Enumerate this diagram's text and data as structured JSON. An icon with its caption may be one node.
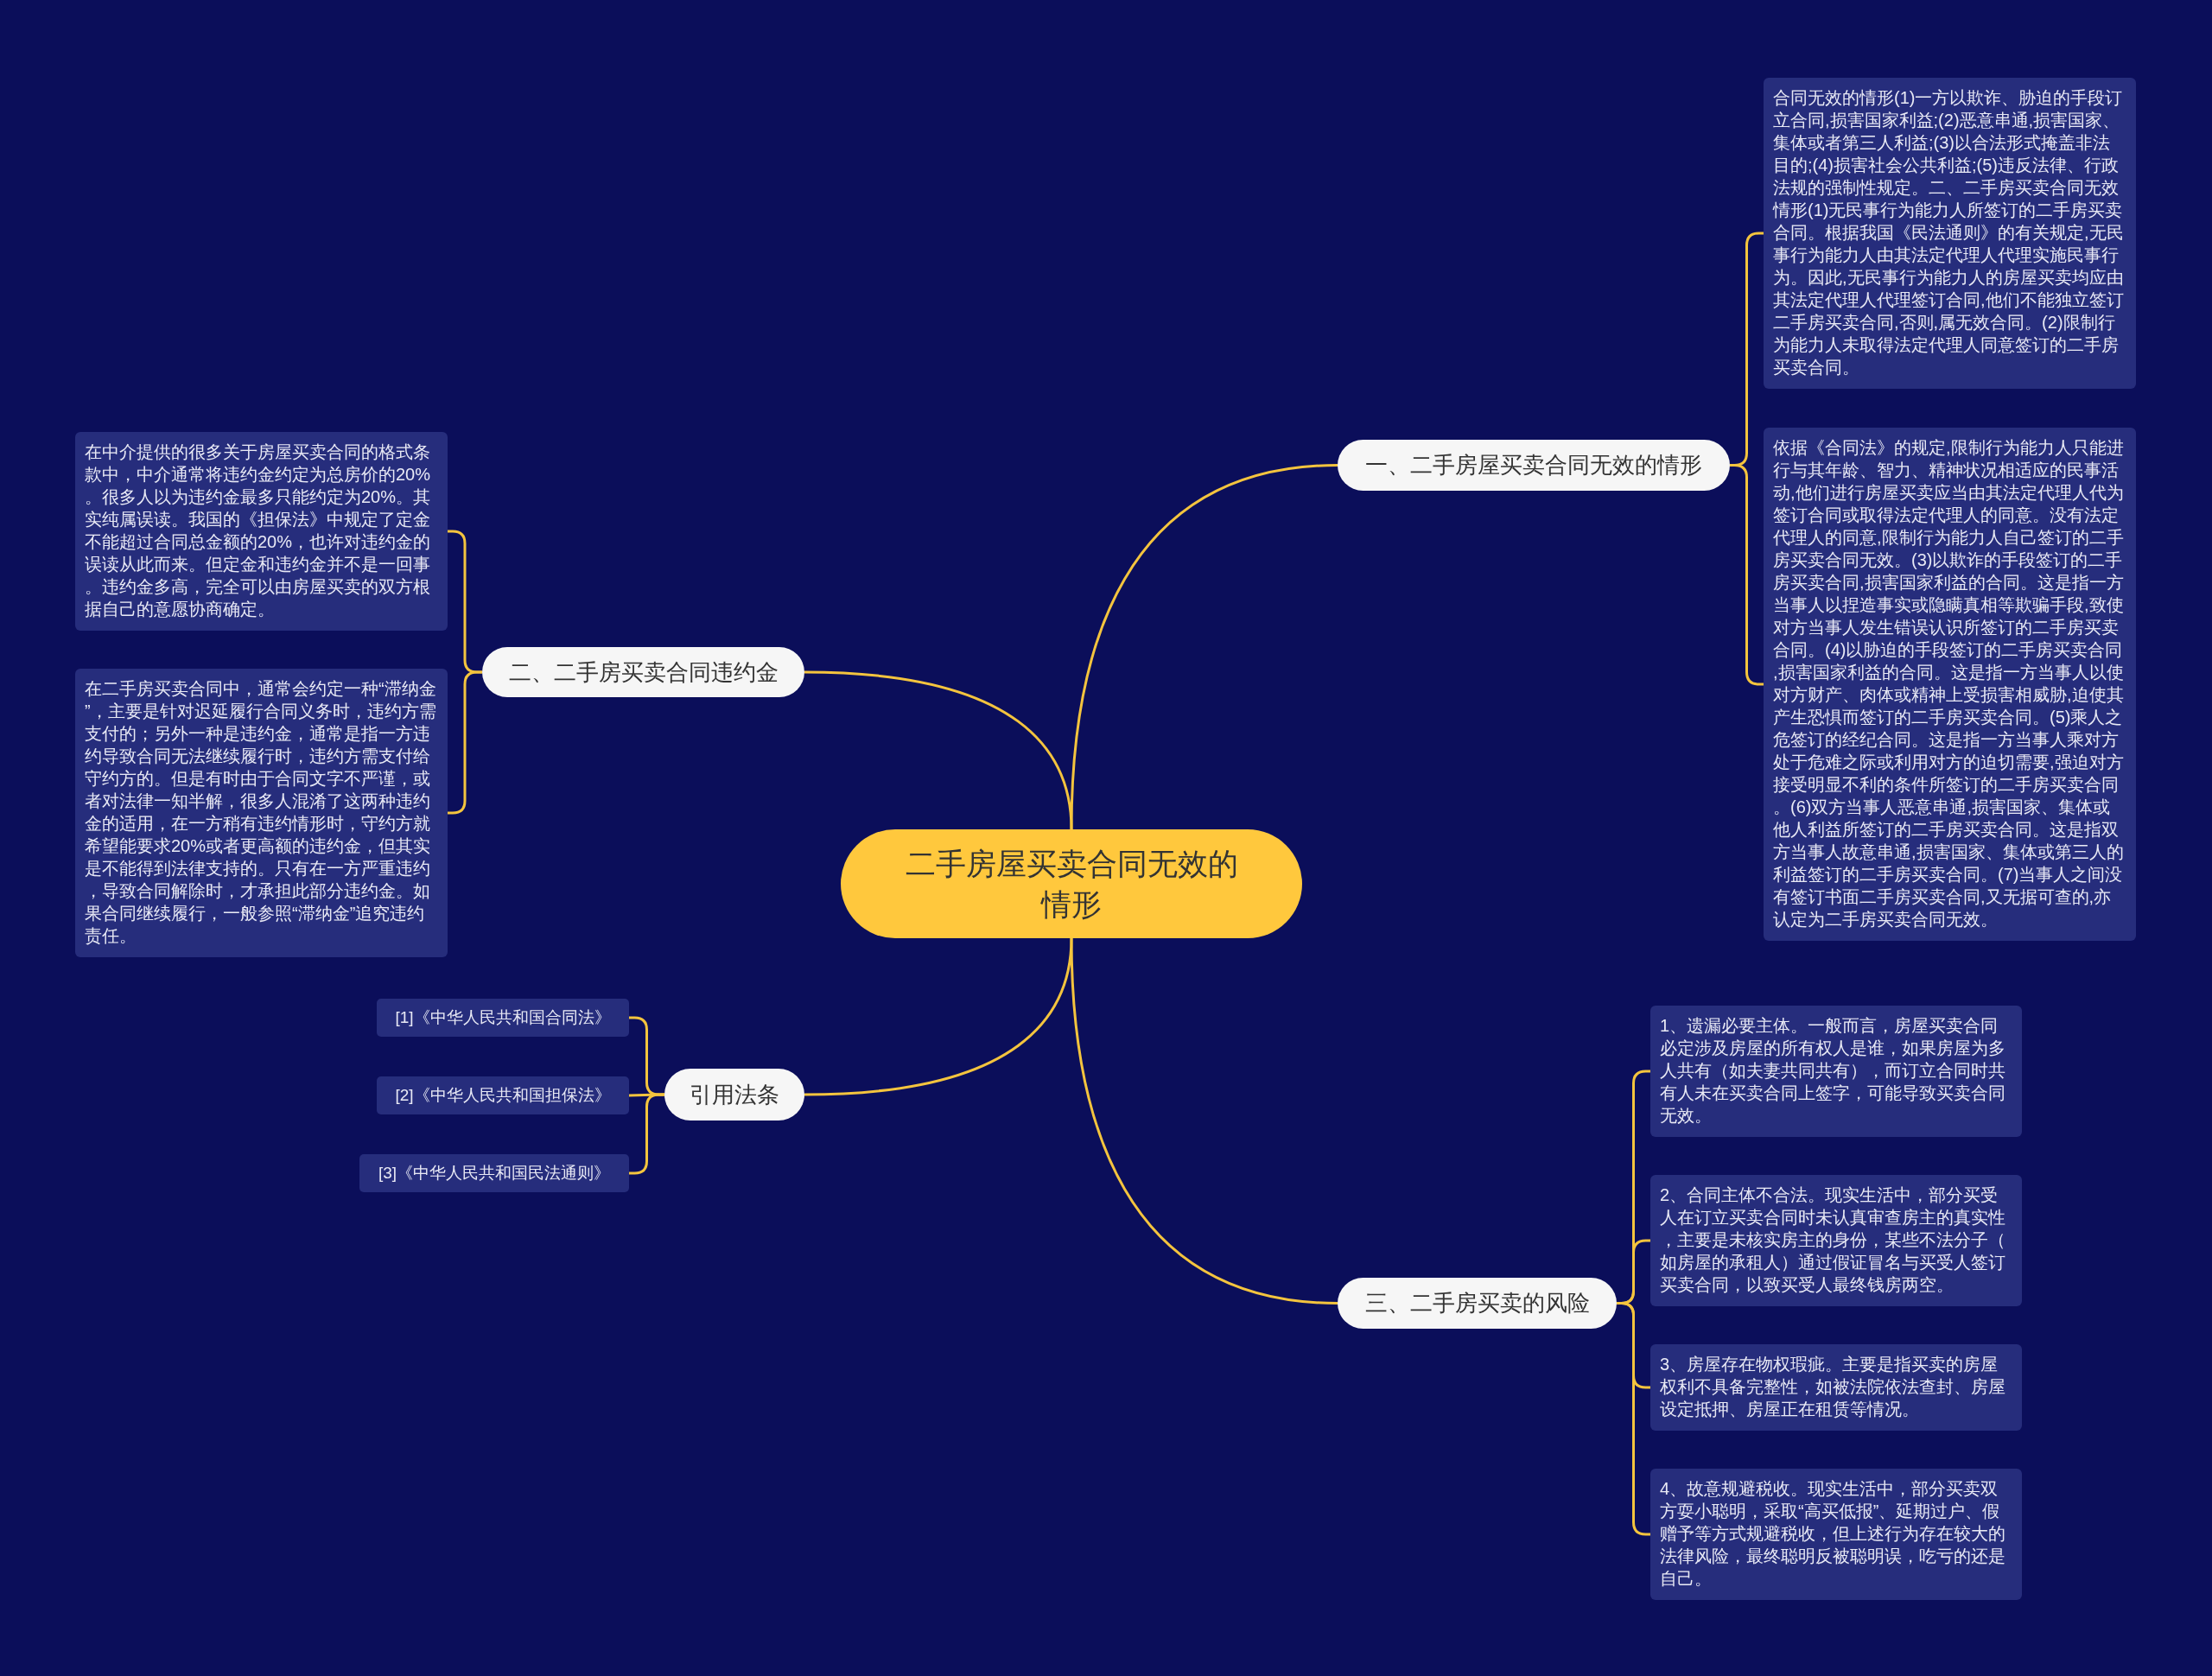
{
  "diagram": {
    "nodes": [
      {
        "text": [
          "二手房屋买卖合同无效的情形"
        ]
      },
      {
        "text": [
          "一、二手房屋买卖合同无效的情形"
        ]
      },
      {
        "text": [
          "合同无效的情形(1)一方以欺诈、胁迫的手段订立合同,损害国家利益;(2)恶意串通,损害国家、集体或者第三人利益;(3)以合法形式掩盖非法目的;(4)损害社会公共利益;(5)违反法律、行政法规的强制性规定。二、二手房买卖合同无效情形(1)无民事行为能力人所签订的二手房买卖合同。根据我国《民法通则》的有关规定,无民事行为能力人由其法定代理人代理实施民事行为。因此,无民事行为能力人的房屋买卖均应由其法定代理人代理签订合同,他们不能独立签订二手房买卖合同,否则,属无效合同。(2)限制行为能力人未取得法定代理人同意签订的二手房买卖合同。"
        ]
      },
      {
        "text": [
          "依据《合同法》的规定,限制行为能力人只能进行与其年龄、智力、精神状况相适应的民事活动,他们进行房屋买卖应当由其法定代理人代为签订合同或取得法定代理人的同意。没有法定代理人的同意,限制行为能力人自己签订的二手房买卖合同无效。(3)以欺诈的手段签订的二手房买卖合同,损害国家利益的合同。这是指一方当事人以捏造事实或隐瞒真相等欺骗手段,致使对方当事人发生错误认识所签订的二手房买卖合同。(4)以胁迫的手段签订的二手房买卖合同,损害国家利益的合同。这是指一方当事人以使对方财产、肉体或精神上受损害相威胁,迫使其产生恐惧而签订的二手房买卖合同。(5)乘人之危签订的经纪合同。这是指一方当事人乘对方处于危难之际或利用对方的迫切需要,强迫对方接受明显不利的条件所签订的二手房买卖合同。(6)双方当事人恶意串通,损害国家、集体或他人利益所签订的二手房买卖合同。这是指双方当事人故意串通,损害国家、集体或第三人的利益签订的二手房买卖合同。(7)当事人之间没有签订书面二手房买卖合同,又无据可查的,亦认定为二手房买卖合同无效。"
        ]
      },
      {
        "text": [
          "二、二手房买卖合同违约金"
        ]
      },
      {
        "text": [
          "在中介提供的很多关于房屋买卖合同的格式条款中，中介通常将违约金约定为总房价的20%。很多人以为违约金最多只能约定为20%。其实纯属误读。我国的《担保法》中规定了定金不能超过合同总金额的20%，也许对违约金的误读从此而来。但定金和违约金并不是一回事。违约金多高，完全可以由房屋买卖的双方根据自己的意愿协商确定。"
        ]
      },
      {
        "text": [
          "在二手房买卖合同中，通常会约定一种“滞纳金”，主要是针对迟延履行合同义务时，违约方需支付的；另外一种是违约金，通常是指一方违约导致合同无法继续履行时，违约方需支付给守约方的。但是有时由于合同文字不严谨，或者对法律一知半解，很多人混淆了这两种违约金的适用，在一方稍有违约情形时，守约方就希望能要求20%或者更高额的违约金，但其实是不能得到法律支持的。只有在一方严重违约，导致合同解除时，才承担此部分违约金。如果合同继续履行，一般参照“滞纳金”追究违约责任。"
        ]
      },
      {
        "text": [
          "引用法条"
        ]
      },
      {
        "text": [
          "[1]《中华人民共和国合同法》"
        ]
      },
      {
        "text": [
          "[2]《中华人民共和国担保法》"
        ]
      },
      {
        "text": [
          "[3]《中华人民共和国民法通则》"
        ]
      },
      {
        "text": [
          "三、二手房买卖的风险"
        ]
      },
      {
        "text": [
          "1、遗漏必要主体。一般而言，房屋买卖合同必定涉及房屋的所有权人是谁，如果房屋为多人共有（如夫妻共同共有），而订立合同时共有人未在买卖合同上签字，可能导致买卖合同无效。"
        ]
      },
      {
        "text": [
          "2、合同主体不合法。现实生活中，部分买受人在订立买卖合同时未认真审查房主的真实性，主要是未核实房主的身份，某些不法分子（如房屋的承租人）通过假证冒名与买受人签订买卖合同，以致买受人最终钱房两空。"
        ]
      },
      {
        "text": [
          "3、房屋存在物权瑕疵。主要是指买卖的房屋权利不具备完整性，如被法院依法查封、房屋设定抵押、房屋正在租赁等情况。"
        ]
      },
      {
        "text": [
          "4、故意规避税收。现实生活中，部分买卖双方耍小聪明，采取“高买低报”、延期过户、假赠予等方式规避税收，但上述行为存在较大的法律风险，最终聪明反被聪明误，吃亏的还是自己。"
        ]
      }
    ],
    "edges": [
      {
        "from": 0,
        "to": 1,
        "arrow": "none"
      },
      {
        "from": 1,
        "to": 2,
        "arrow": "none"
      },
      {
        "from": 1,
        "to": 3,
        "arrow": "none"
      },
      {
        "from": 0,
        "to": 4,
        "arrow": "none"
      },
      {
        "from": 4,
        "to": 5,
        "arrow": "none"
      },
      {
        "from": 4,
        "to": 6,
        "arrow": "none"
      },
      {
        "from": 0,
        "to": 7,
        "arrow": "none"
      },
      {
        "from": 7,
        "to": 8,
        "arrow": "none"
      },
      {
        "from": 7,
        "to": 9,
        "arrow": "none"
      },
      {
        "from": 7,
        "to": 10,
        "arrow": "none"
      },
      {
        "from": 0,
        "to": 11,
        "arrow": "none"
      },
      {
        "from": 11,
        "to": 12,
        "arrow": "none"
      },
      {
        "from": 11,
        "to": 13,
        "arrow": "none"
      },
      {
        "from": 11,
        "to": 14,
        "arrow": "none"
      },
      {
        "from": 11,
        "to": 15,
        "arrow": "none"
      }
    ]
  }
}
